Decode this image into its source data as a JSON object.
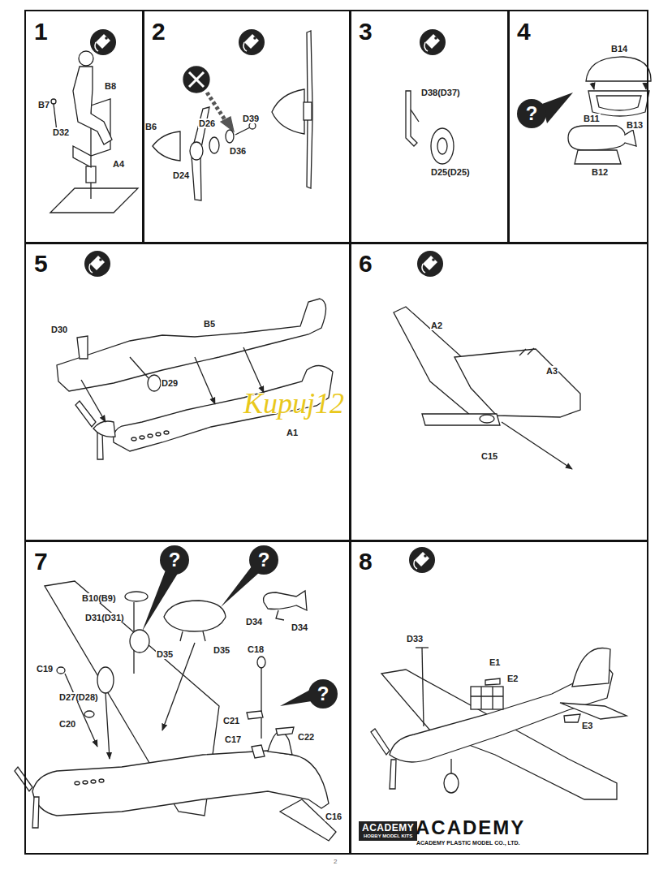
{
  "diagram": {
    "nodes": [
      {
        "text": [
          "1"
        ]
      },
      {
        "text": [
          "2"
        ]
      },
      {
        "text": [
          "3"
        ]
      },
      {
        "text": [
          "4"
        ]
      },
      {
        "text": [
          "5"
        ]
      },
      {
        "text": [
          "6"
        ]
      },
      {
        "text": [
          "7"
        ]
      },
      {
        "text": [
          "8"
        ]
      },
      {
        "text": [
          "ACADEMY",
          "HOBBY MODEL KITS"
        ],
        "in": 7
      }
    ],
    "labels": [
      "B8",
      "B7",
      "D32",
      "A4",
      "D26",
      "D39",
      "B6",
      "D24",
      "D36",
      "D38(D37)",
      "D25(D25)",
      "B14",
      "B13",
      "?",
      "B11",
      "B12",
      "D30",
      "B5",
      "D29",
      "A1",
      "A2",
      "A3",
      "C15",
      "Kupuj12",
      "?",
      "?",
      "B10(B9)",
      "D31(D31)",
      "D35",
      "D35",
      "D34",
      "D34",
      "C19",
      "D27(D28)",
      "C20",
      "C18",
      "C21",
      "C22",
      "C17",
      "?",
      "C16",
      "D33",
      "E1",
      "E2",
      "E3",
      "ACADEMY",
      "ACADEMY PLASTIC MODEL CO., LTD.",
      "2"
    ]
  }
}
